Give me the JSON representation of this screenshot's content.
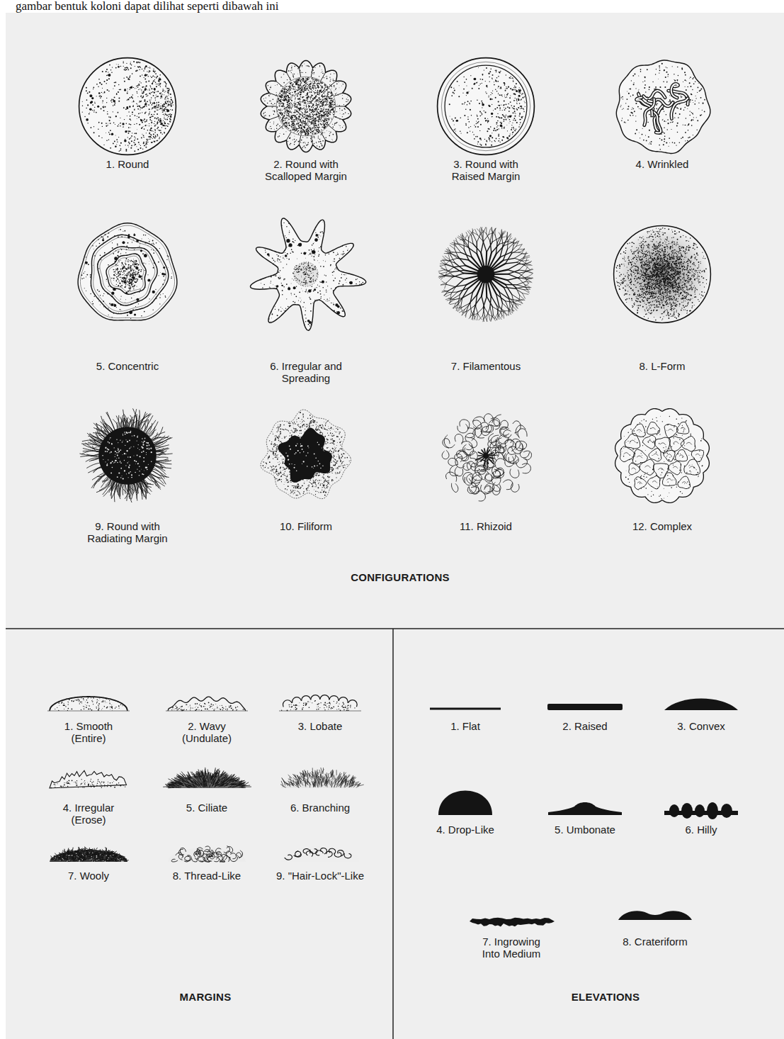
{
  "diagram": {
    "nodes": [
      {
        "text": [
          "1. Round",
          "2. Round with Scalloped Margin",
          "3. Round with Raised Margin",
          "4. Wrinkled",
          "5. Concentric",
          "6. Irregular and Spreading",
          "7. Filamentous",
          "8. L-Form",
          "9. Round with Radiating Margin",
          "10. Filiform",
          "11. Rhizoid",
          "12. Complex",
          "CONFIGURATIONS"
        ]
      },
      {
        "text": [
          "1. Smooth (Entire)",
          "2. Wavy (Undulate)",
          "3. Lobate",
          "4. Irregular (Erose)",
          "5. Ciliate",
          "6. Branching",
          "7. Wooly",
          "8. Thread-Like",
          "9. \"Hair-Lock\"-Like",
          "MARGINS"
        ]
      },
      {
        "text": [
          "1. Flat",
          "2. Raised",
          "3. Convex",
          "4. Drop-Like",
          "5. Umbonate",
          "6. Hilly",
          "7. Ingrowing Into Medium",
          "8. Crateriform",
          "ELEVATIONS"
        ]
      }
    ],
    "labels": [
      "gambar bentuk koloni dapat dilihat seperti dibawah ini"
    ]
  }
}
